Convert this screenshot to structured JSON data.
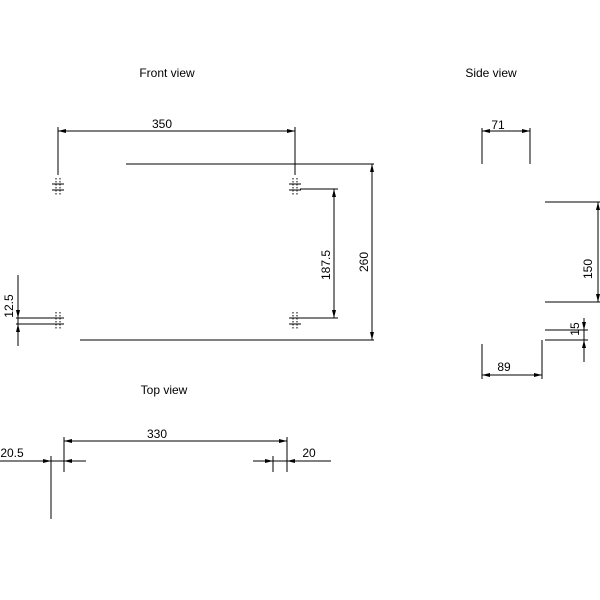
{
  "views": {
    "front": {
      "title": "Front view"
    },
    "side": {
      "title": "Side view"
    },
    "top": {
      "title": "Top view"
    }
  },
  "dimensions": {
    "front_width": "350",
    "front_height": "260",
    "front_hole_spacing_v": "187.5",
    "front_hole_offset": "12.5",
    "side_depth": "71",
    "side_height": "150",
    "side_offset": "15",
    "side_base": "89",
    "top_width": "330",
    "top_left_offset": "20.5",
    "top_right_offset": "20"
  }
}
